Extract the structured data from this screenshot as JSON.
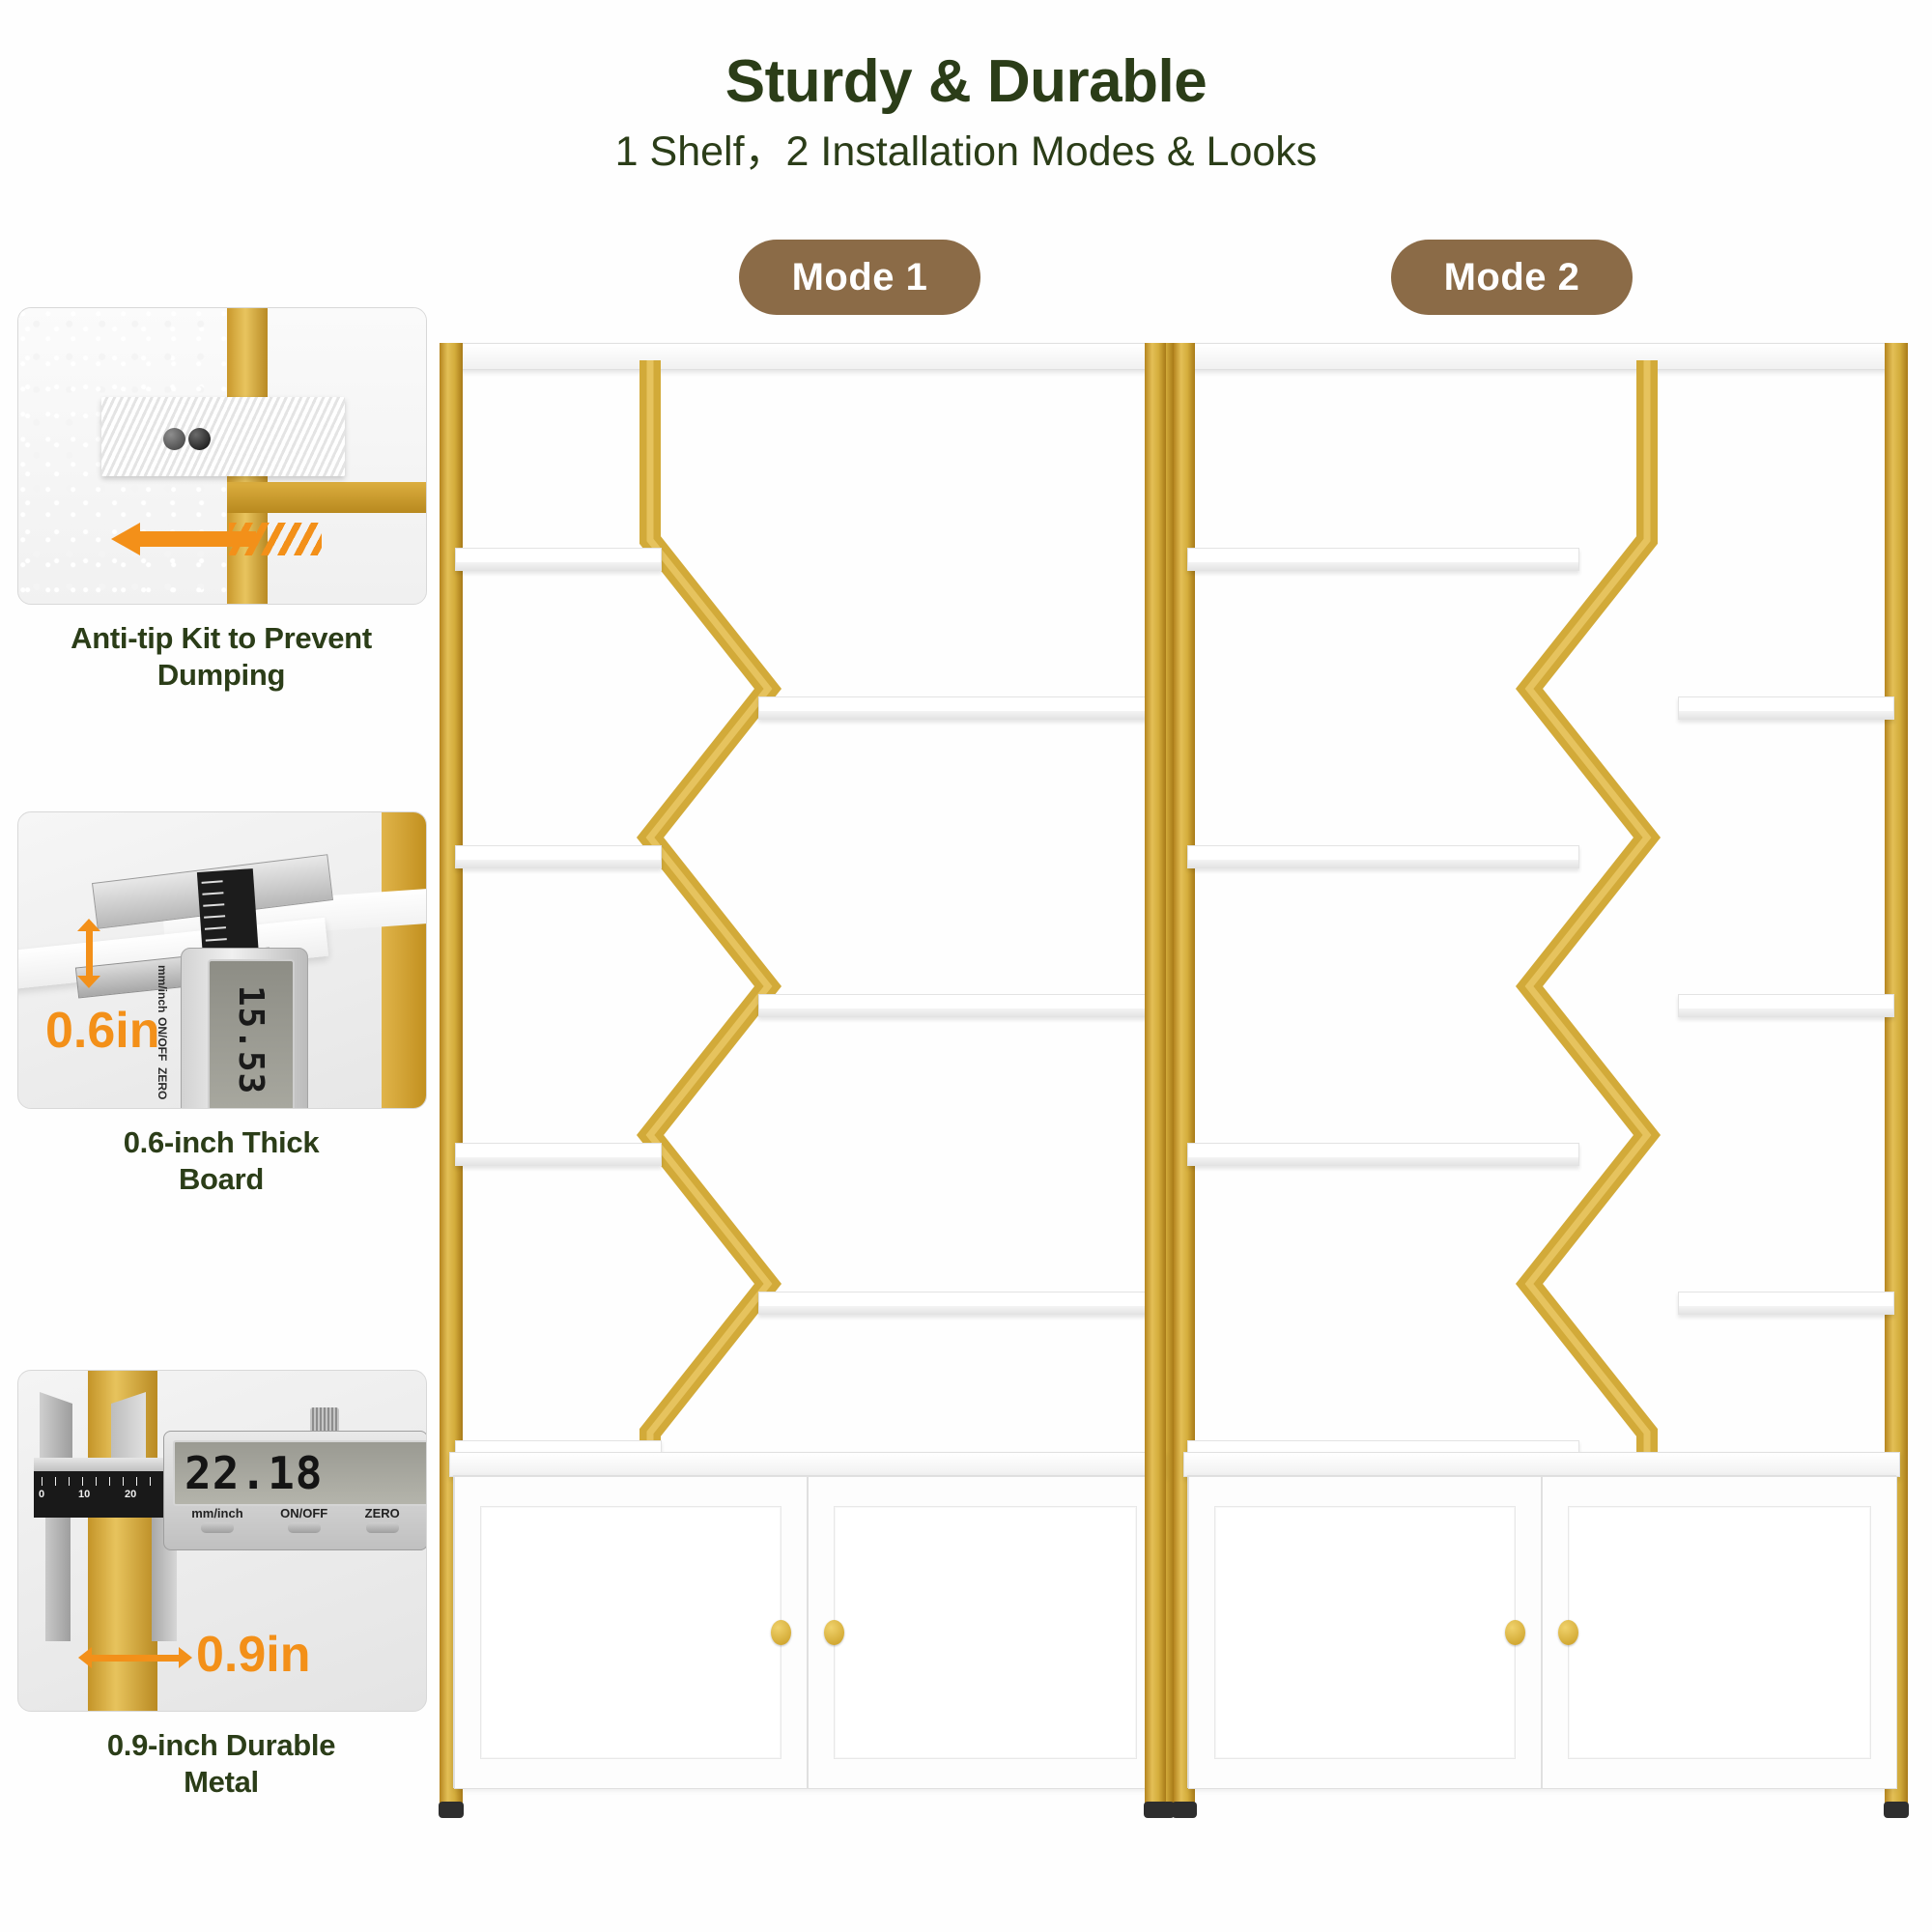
{
  "header": {
    "title": "Sturdy & Durable",
    "subtitle": "1 Shelf，2 Installation Modes & Looks",
    "title_color": "#2b3d18"
  },
  "badges": {
    "mode1": "Mode 1",
    "mode2": "Mode 2",
    "color": "#8b6b47",
    "text_color": "#ffffff"
  },
  "features": [
    {
      "caption_line1": "Anti-tip Kit to Prevent",
      "caption_line2": "Dumping",
      "icon": "anti-tip-strap-photo"
    },
    {
      "caption_line1": "0.6-inch Thick",
      "caption_line2": "Board",
      "measurement": "0.6in",
      "caliper_value": "15.53",
      "caliper_buttons": [
        "mm/inch",
        "ON/OFF",
        "ZERO"
      ],
      "icon": "caliper-board-photo"
    },
    {
      "caption_line1": "0.9-inch Durable",
      "caption_line2": "Metal",
      "measurement": "0.9in",
      "caliper_value": "22.18",
      "caliper_unit": "mm",
      "caliper_buttons": [
        "mm/inch",
        "ON/OFF",
        "ZERO"
      ],
      "scale_numbers": [
        "0",
        "10",
        "20"
      ],
      "icon": "caliper-metal-photo"
    }
  ],
  "product": {
    "frame_color": "#d4ad3c",
    "shelf_color": "#ffffff",
    "knob_color": "#c99c22",
    "accent_orange": "#f39019",
    "units": [
      {
        "name": "Mode 1",
        "shelf_count": 5,
        "cabinet_doors": 2
      },
      {
        "name": "Mode 2",
        "shelf_count": 5,
        "cabinet_doors": 2
      }
    ]
  }
}
